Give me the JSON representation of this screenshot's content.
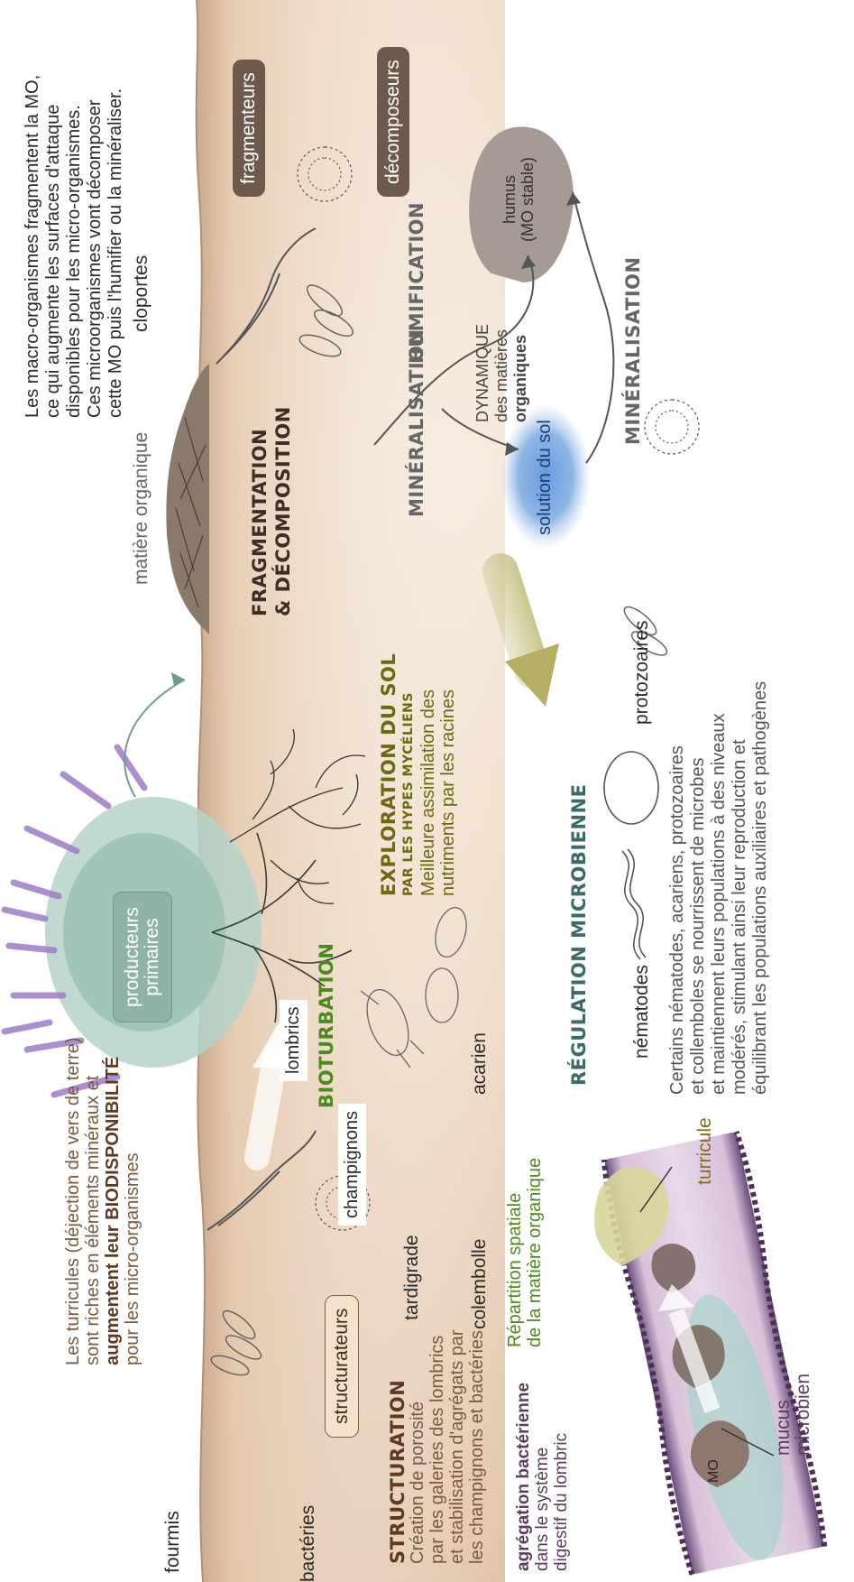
{
  "colors": {
    "soil_top": "#f1e2d2",
    "soil_mid": "#e7cdb0",
    "soil_deep": "#dcb99a",
    "humus": "#a59a94",
    "solution": "#7aa8e0",
    "tube": "#c7a9c9",
    "dark_pill": "#6e5a4d",
    "light_pill": "#f4e3c8",
    "plant": "#9dbfb6",
    "flower": "#9d7cc7"
  },
  "icons": {
    "primary_producer": "lavender-plant-icon",
    "organic_matter": "litter-pile-icon",
    "bacteria": "bacteria-icon",
    "fungi": "mycelium-icon",
    "earthworm": "earthworm-icon",
    "isopod": "isopod-icon",
    "ant": "ant-icon",
    "mite": "mite-icon",
    "tardigrade": "tardigrade-icon",
    "springtail": "springtail-icon",
    "nematode": "nematode-icon",
    "protozoa": "protozoa-icon",
    "humus": "humus-blob-icon",
    "soil_solution": "soil-solution-icon"
  },
  "intro_top": {
    "lines": [
      "Les macro-organismes fragmentent la MO,",
      "ce qui augmente les surfaces d'attaque",
      "disponibles pour les micro-organismes.",
      "Ces microorganismes vont décomposer",
      "cette MO puis l'humifier ou la minéraliser."
    ]
  },
  "labels": {
    "matiere_organique": "matière organique",
    "cloportes": "cloportes",
    "fragmenteurs": "fragmenteurs",
    "decomposeurs": "décomposeurs",
    "humus_line1": "humus",
    "humus_line2": "(MO stable)",
    "humification": "HUMIFICATION",
    "mineralisation_left": "MINÉRALISATION",
    "mineralisation_right": "MINÉRALISATION",
    "fragmentation_line1": "FRAGMENTATION",
    "fragmentation_line2": "& DÉCOMPOSITION",
    "dynamique_line1": "DYNAMIQUE",
    "dynamique_line2": "des matières",
    "dynamique_line3": "organiques",
    "solution_du_sol": "solution du sol",
    "producteurs_line1": "producteurs",
    "producteurs_line2": "primaires",
    "lombrics": "lombrics",
    "champignons": "champignons",
    "fourmis": "fourmis",
    "bacteries": "bactéries",
    "structurateurs": "structurateurs",
    "tardigrade": "tardigrade",
    "colembolle": "colembolle",
    "acarien": "acarien",
    "nematodes": "nématodes",
    "protozoaires": "protozoaires",
    "turricule": "turricule",
    "mucus_line1": "mucus",
    "mucus_line2": "microbien",
    "mo": "MO"
  },
  "turricules_note": {
    "lines": [
      "Les turricules (déjection de vers de terre)",
      "sont riches en éléments minéraux et",
      "augmentent leur BIODISPONIBILITÉ",
      "pour les micro-organismes"
    ]
  },
  "structuration": {
    "title": "STRUCTURATION",
    "lines": [
      "Création de porosité",
      "par les galeries des lombrics",
      "et stabilisation d'agrégats par",
      "les champignons et bactéries"
    ]
  },
  "agregation": {
    "lines": [
      "agrégation bactérienne",
      "dans le système",
      "digestif du lombric"
    ]
  },
  "bioturbation": {
    "title": "BIOTURBATION",
    "lines": [
      "Répartition spatiale",
      "de la matière organique"
    ]
  },
  "exploration": {
    "title": "EXPLORATION DU SOL",
    "subtitle": "PAR LES HYPES MYCÉLIENS",
    "lines": [
      "Meilleure assimilation des",
      "nutriments par les racines"
    ]
  },
  "regulation": {
    "title": "RÉGULATION MICROBIENNE",
    "lines": [
      "Certains nématodes, acariens, protozoaires",
      "et collemboles se nourrissent de microbes",
      "et maintiennent leurs populations à des niveaux",
      "modérés, stimulant ainsi leur reproduction et",
      "équilibrant les populations auxiliaires et pathogènes"
    ]
  }
}
